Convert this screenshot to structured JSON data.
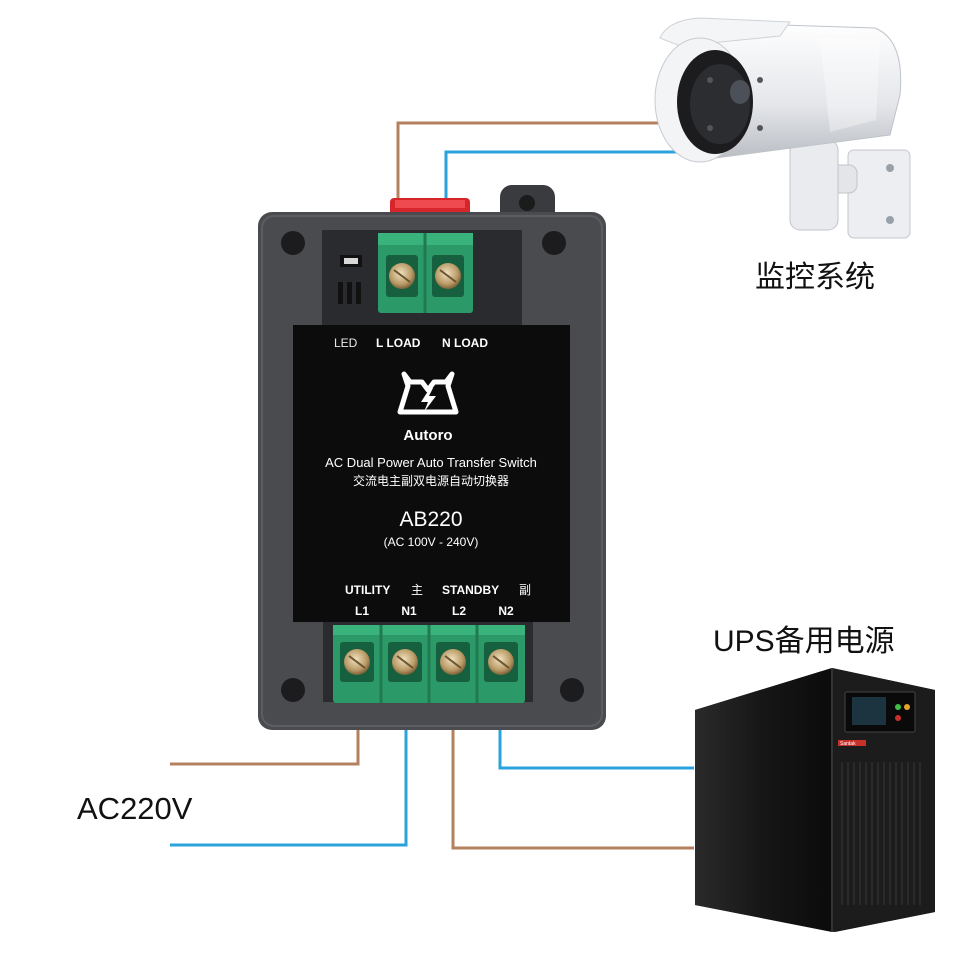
{
  "device": {
    "panel_top_labels": {
      "led": "LED",
      "l_load": "L LOAD",
      "n_load": "N LOAD"
    },
    "brand": "Autoro",
    "title_en": "AC Dual Power Auto Transfer Switch",
    "title_cn": "交流电主副双电源自动切换器",
    "model": "AB220",
    "range": "(AC 100V - 240V)",
    "utility_label": "UTILITY",
    "utility_cn": "主",
    "standby_label": "STANDBY",
    "standby_cn": "副",
    "terminals": [
      "L1",
      "N1",
      "L2",
      "N2"
    ]
  },
  "labels": {
    "monitoring_system": "监控系统",
    "ups_backup": "UPS备用电源",
    "ac_input": "AC220V"
  },
  "ups_brand": "Santak",
  "colors": {
    "live_wire": "#b5805e",
    "neutral_wire": "#2aa3dc",
    "housing": "#4a4b4f",
    "panel": "#0c0c0c",
    "terminal_block": "#2b9a68",
    "ups_body": "#141414",
    "ups_accent": "#c8302a"
  }
}
